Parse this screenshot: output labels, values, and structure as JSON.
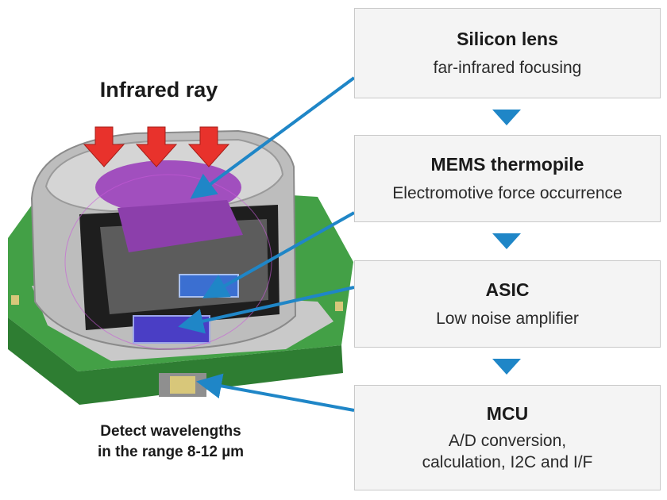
{
  "header": {
    "ray_label": "Infrared ray"
  },
  "footer": {
    "detect_line1": "Detect wavelengths",
    "detect_line2": "in the range 8-12 µm"
  },
  "flow": [
    {
      "title": "Silicon lens",
      "desc": [
        "far-infrared focusing"
      ]
    },
    {
      "title": "MEMS thermopile",
      "desc": [
        "Electromotive force occurrence"
      ]
    },
    {
      "title": "ASIC",
      "desc": [
        "Low noise amplifier"
      ]
    },
    {
      "title": "MCU",
      "desc": [
        "A/D conversion,",
        "calculation, I2C and I/F"
      ]
    }
  ],
  "colors": {
    "arrow_blue": "#1f86c7",
    "ray_red": "#e8322c",
    "lens_purple": "#a14fbe",
    "pcb_green": "#43a046",
    "housing_gray": "#b9b9b9",
    "box_fill": "#f4f4f4"
  },
  "icons": [
    "infrared-ray-arrow-icon",
    "flow-down-arrow-icon",
    "pointer-arrow-icon"
  ]
}
